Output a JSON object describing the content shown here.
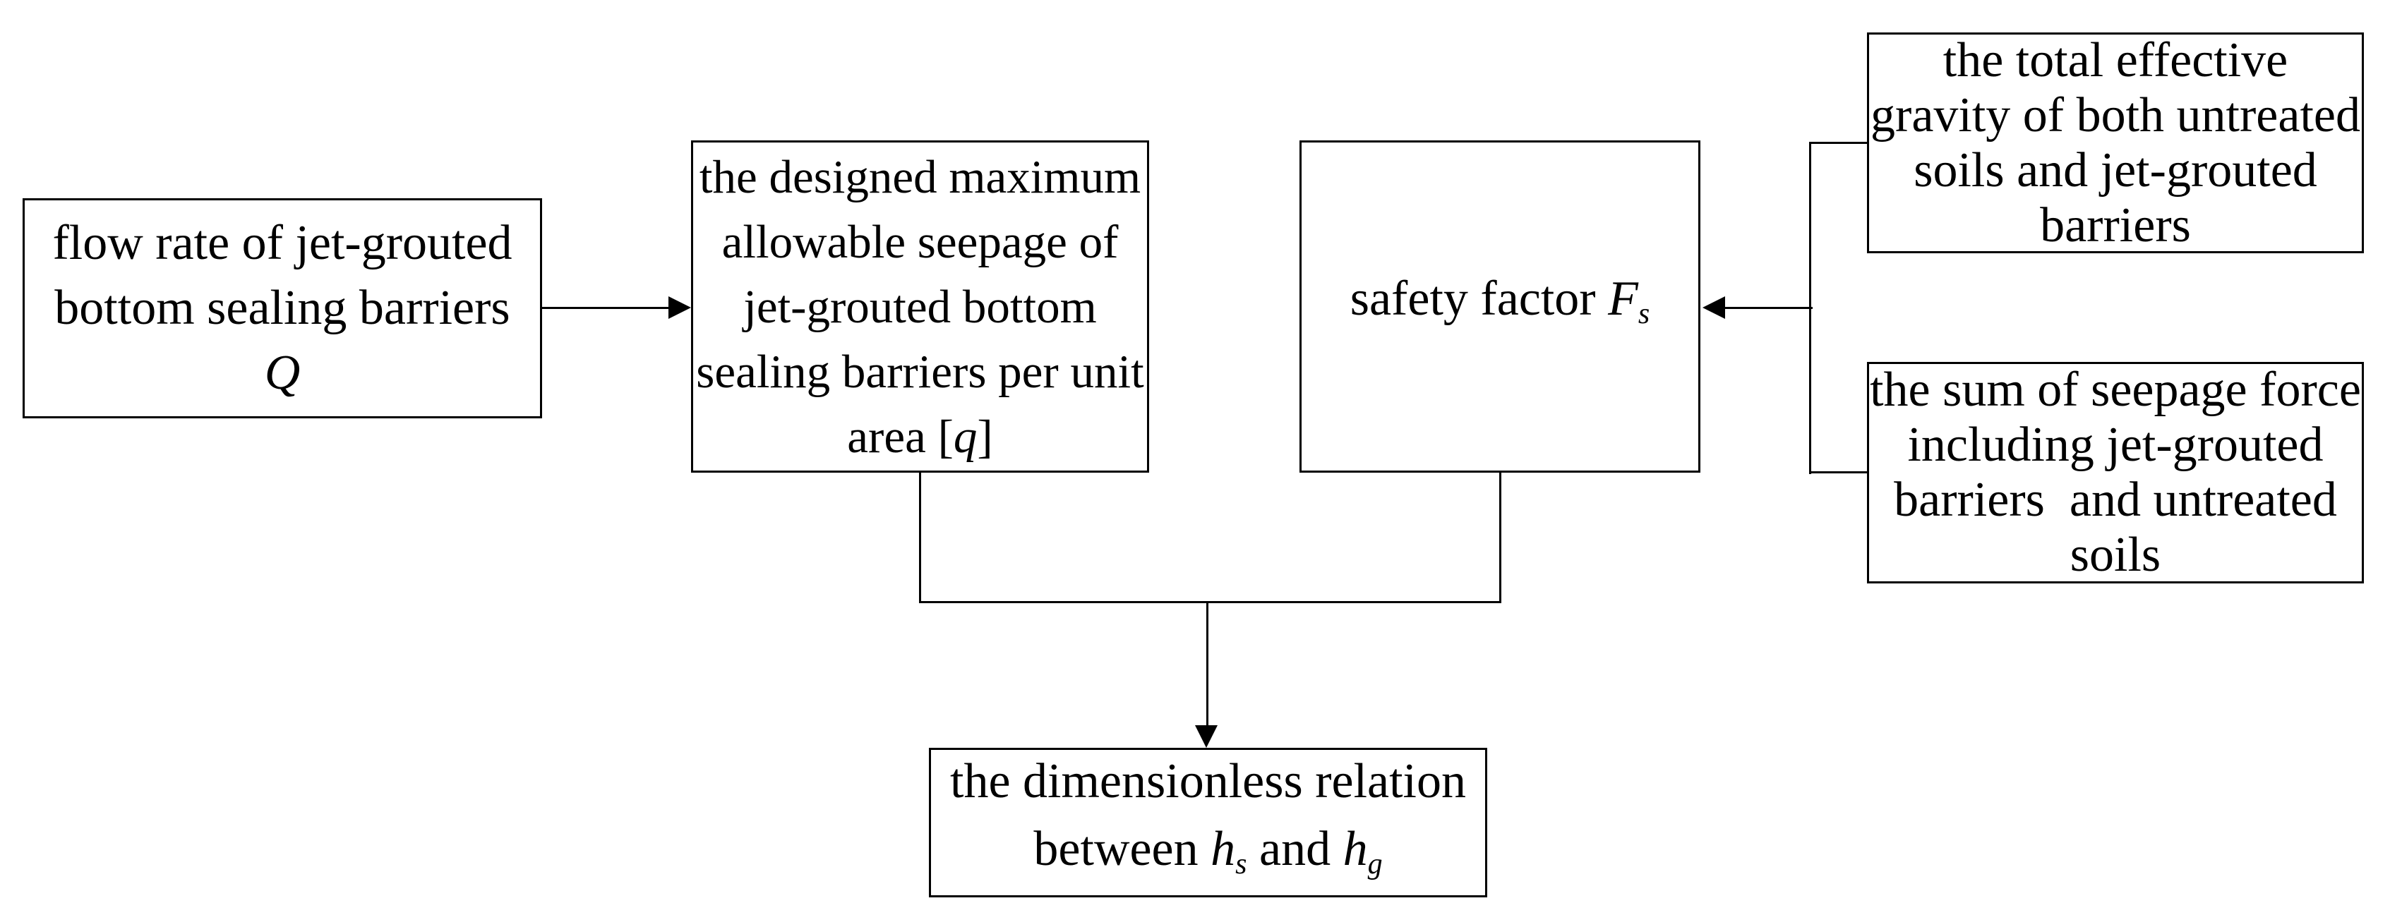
{
  "page": {
    "background": "#ffffff",
    "ink": "#000000"
  },
  "diagram": {
    "nodes": {
      "flow_rate": {
        "lines": [
          [
            {
              "t": "flow rate of jet-grouted"
            }
          ],
          [
            {
              "t": "bottom sealing barriers"
            }
          ],
          [
            {
              "t": "Q",
              "i": true
            }
          ]
        ]
      },
      "allowable_seepage": {
        "lines": [
          [
            {
              "t": "the designed maximum"
            }
          ],
          [
            {
              "t": "allowable seepage of"
            }
          ],
          [
            {
              "t": "jet-grouted bottom"
            }
          ],
          [
            {
              "t": "sealing barriers per unit"
            }
          ],
          [
            {
              "t": "area ["
            },
            {
              "t": "q",
              "i": true
            },
            {
              "t": "]"
            }
          ]
        ]
      },
      "safety_factor": {
        "lines": [
          [
            {
              "t": "safety factor "
            },
            {
              "t": "F",
              "i": true
            },
            {
              "t": "s",
              "i": true,
              "sub": true
            }
          ]
        ]
      },
      "effective_gravity": {
        "lines": [
          [
            {
              "t": "the total effective"
            }
          ],
          [
            {
              "t": "gravity of both untreated"
            }
          ],
          [
            {
              "t": "soils and jet-grouted"
            }
          ],
          [
            {
              "t": "barriers"
            }
          ]
        ]
      },
      "seepage_force": {
        "lines": [
          [
            {
              "t": "the sum of seepage force"
            }
          ],
          [
            {
              "t": "including jet-grouted"
            }
          ],
          [
            {
              "t": "barriers  and untreated"
            }
          ],
          [
            {
              "t": "soils"
            }
          ]
        ]
      },
      "dimensionless_relation": {
        "lines": [
          [
            {
              "t": "the dimensionless relation"
            }
          ],
          [
            {
              "t": "between "
            },
            {
              "t": "h",
              "i": true
            },
            {
              "t": "s",
              "i": true,
              "sub": true
            },
            {
              "t": " and "
            },
            {
              "t": "h",
              "i": true
            },
            {
              "t": "g",
              "i": true,
              "sub": true
            }
          ]
        ]
      }
    }
  }
}
